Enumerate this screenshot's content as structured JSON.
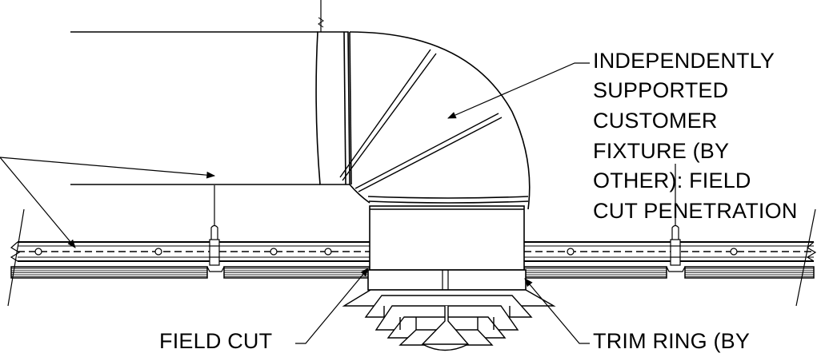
{
  "callouts": {
    "fixture": {
      "lines": [
        "INDEPENDENTLY",
        "SUPPORTED",
        "CUSTOMER",
        "FIXTURE (BY",
        "OTHER): FIELD",
        "CUT PENETRATION"
      ]
    },
    "field_cut": "FIELD CUT",
    "trim_ring": "TRIM RING (BY"
  },
  "colors": {
    "line": "#000000",
    "background": "#ffffff"
  }
}
